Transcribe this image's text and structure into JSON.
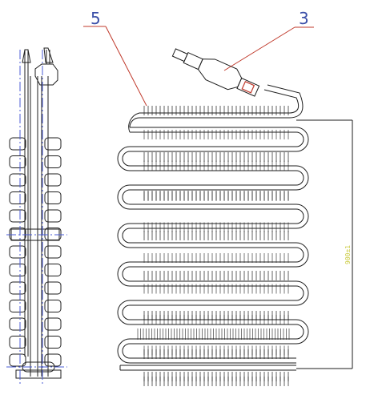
{
  "callouts": [
    {
      "number": "5",
      "points_to": "fin-plate-edge"
    },
    {
      "number": "3",
      "points_to": "filter-drier"
    }
  ],
  "dimension_text": "900±1",
  "colors": {
    "outline": "#1e1e1e",
    "tube": "#1e1e1e",
    "leader": "#c0392b",
    "callout_text": "#3b4fa8",
    "centerline": "#4a5bd4",
    "dimension": "#c9c93a",
    "filter_element": "#c0392b"
  },
  "views": [
    "side-view",
    "front-view"
  ]
}
